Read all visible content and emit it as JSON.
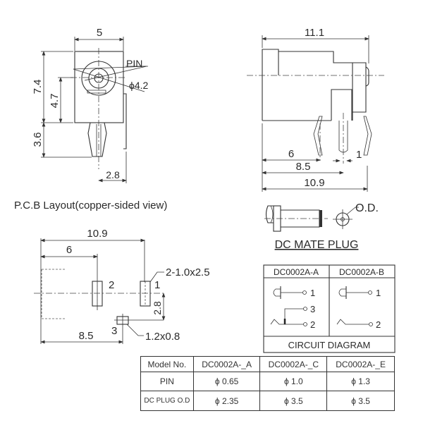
{
  "front_view": {
    "dim_width": "5",
    "dim_height_total": "7.4",
    "dim_center_height": "4.7",
    "dim_pin_length": "3.6",
    "dim_pin_offset": "2.8",
    "label_pin": "PIN",
    "label_diameter": "ϕ4.2"
  },
  "side_view": {
    "dim_length": "11.1",
    "dim_6": "6",
    "dim_1": "1",
    "dim_8_5": "8.5",
    "dim_10_9": "10.9"
  },
  "pcb_layout": {
    "title": "P.C.B Layout(copper-sided view)",
    "dim_10_9": "10.9",
    "dim_6": "6",
    "dim_8_5": "8.5",
    "dim_2_8": "2.8",
    "pad_label_1": "1",
    "pad_label_2": "2",
    "pad_label_3": "3",
    "slot_spec": "2-1.0x2.5",
    "pad3_spec": "1.2x0.8"
  },
  "mate_plug": {
    "title": "DC MATE PLUG",
    "od_label": "O.D."
  },
  "circuit_diagram": {
    "col_a": "DC0002A-A",
    "col_b": "DC0002A-B",
    "footer": "CIRCUIT DIAGRAM",
    "terminals_a": [
      "1",
      "3",
      "2"
    ],
    "terminals_b": [
      "1",
      "2"
    ]
  },
  "model_table": {
    "headers": [
      "Model No.",
      "DC0002A-_A",
      "DC0002A-_C",
      "DC0002A-_E"
    ],
    "rows": [
      [
        "PIN",
        "ϕ 0.65",
        "ϕ 1.0",
        "ϕ 1.3"
      ],
      [
        "DC PLUG O.D",
        "ϕ 2.35",
        "ϕ 3.5",
        "ϕ 3.5"
      ]
    ]
  }
}
